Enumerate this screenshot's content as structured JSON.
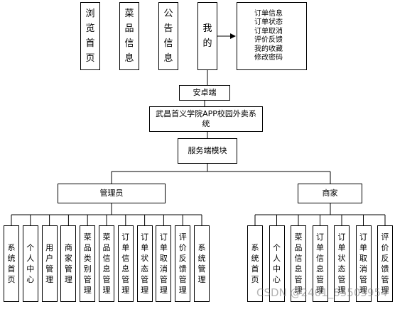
{
  "top_modules": [
    "浏览首页",
    "菜品信息",
    "公告信息",
    "我的"
  ],
  "mine_items": [
    "订单信息",
    "订单状态",
    "订单取消",
    "评价反馈",
    "我的收藏",
    "修改密码"
  ],
  "android": "安卓端",
  "system": "武昌首义学院APP校园外卖系统",
  "server": "服务端模块",
  "admin": {
    "label": "管理员",
    "children": [
      "系统首页",
      "个人中心",
      "用户管理",
      "商家管理",
      "菜品类别管理",
      "菜品信息管理",
      "订单信息管理",
      "订单状态管理",
      "订单取消管理",
      "评价反馈管理",
      "系统管理"
    ]
  },
  "merchant": {
    "label": "商家",
    "children": [
      "系统首页",
      "个人中心",
      "菜品信息管理",
      "订单信息管理",
      "订单状态管理",
      "订单取消管理",
      "评价反馈管理"
    ]
  },
  "watermark": "CSDN @2401_85505954"
}
